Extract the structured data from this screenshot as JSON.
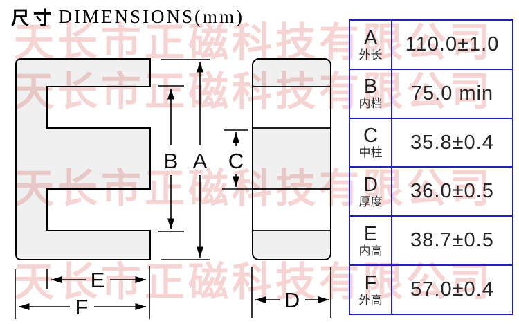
{
  "title": {
    "cn": "尺寸",
    "en": "DIMENSIONS(mm)"
  },
  "watermark": {
    "text": "天长市正磁科技有限公司",
    "color": "#f6caca"
  },
  "drawing": {
    "views": [
      "front-view-e-core",
      "side-view"
    ],
    "fill_color": "#f1f1f1",
    "line_color": "#000000"
  },
  "table": {
    "border_color": "#2122bc",
    "rows": [
      {
        "letter": "A",
        "cn": "外长",
        "value": "110.0±1.0"
      },
      {
        "letter": "B",
        "cn": "内档",
        "value": "75.0 min"
      },
      {
        "letter": "C",
        "cn": "中柱",
        "value": "35.8±0.4"
      },
      {
        "letter": "D",
        "cn": "厚度",
        "value": "36.0±0.5"
      },
      {
        "letter": "E",
        "cn": "内高",
        "value": "38.7±0.5"
      },
      {
        "letter": "F",
        "cn": "外高",
        "value": "57.0±0.4"
      }
    ]
  }
}
